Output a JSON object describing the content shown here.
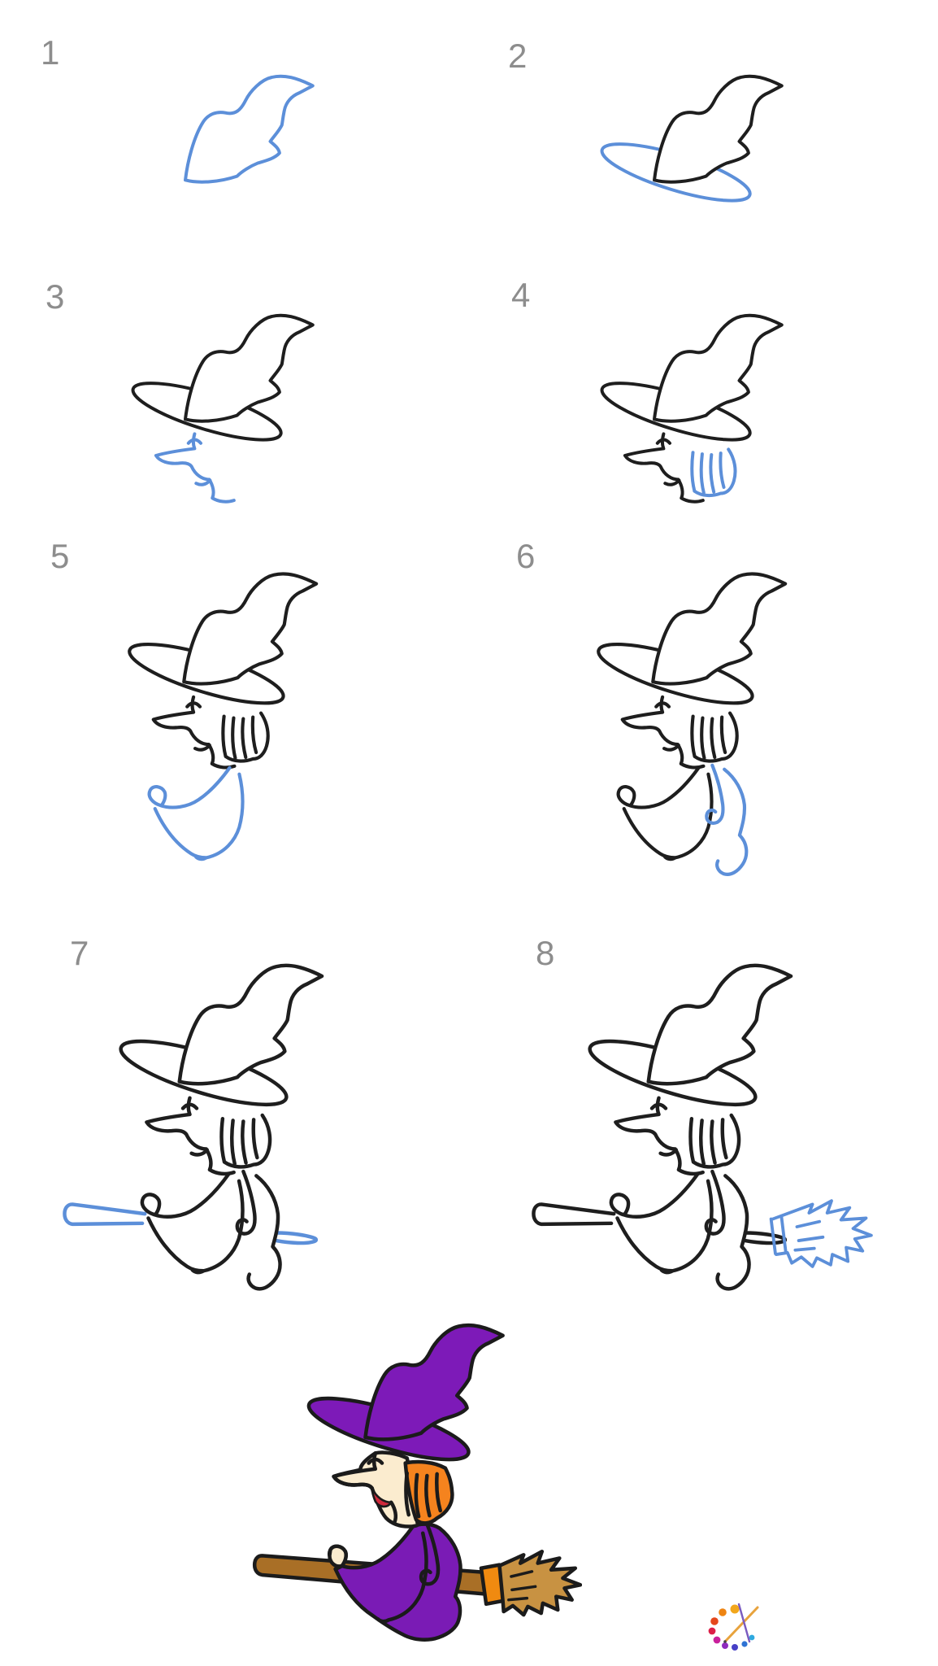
{
  "colors": {
    "background": "#ffffff",
    "new_stroke": "#5c8fd9",
    "base_stroke": "#1e1e1e",
    "step_number": "#8d8d8d"
  },
  "steps": [
    {
      "number": "1",
      "parts": {
        "hat_crown": "new"
      }
    },
    {
      "number": "2",
      "parts": {
        "hat_brim": "new",
        "hat_crown": "base"
      }
    },
    {
      "number": "3",
      "parts": {
        "hat_brim": "base",
        "hat_crown": "base",
        "face": "new"
      }
    },
    {
      "number": "4",
      "parts": {
        "hat_brim": "base",
        "hat_crown": "base",
        "face": "base",
        "hair": "new"
      }
    },
    {
      "number": "5",
      "parts": {
        "hat_brim": "base",
        "hat_crown": "base",
        "face": "base",
        "hair": "base",
        "body_front": "new"
      }
    },
    {
      "number": "6",
      "parts": {
        "hat_brim": "base",
        "hat_crown": "base",
        "face": "base",
        "hair": "base",
        "body_front": "base",
        "arm_back": "new"
      }
    },
    {
      "number": "7",
      "parts": {
        "hat_brim": "base",
        "hat_crown": "base",
        "face": "base",
        "hair": "base",
        "broom_handle": "new",
        "body_front": "base",
        "arm_back": "base"
      }
    },
    {
      "number": "8",
      "parts": {
        "hat_brim": "base",
        "hat_crown": "base",
        "face": "base",
        "hair": "base",
        "broom_handle": "base",
        "body_front": "base",
        "arm_back": "base",
        "broom_bristles": "new"
      }
    }
  ],
  "final_illustration": {
    "subject": "witch-on-broomstick-colored",
    "palette": {
      "hat": "#7d1ab8",
      "dress": "#7a1bb5",
      "skin": "#fbeccf",
      "hair": "#f5831e",
      "mouth": "#d0293b",
      "handle": "#a96f26",
      "bristles": "#c89242",
      "band": "#f08a10",
      "outline": "#1b1b1b"
    }
  },
  "logo": {
    "dot_colors": [
      "#f2a71b",
      "#ee8412",
      "#e5471c",
      "#dc1f48",
      "#c9209c",
      "#8f2bbe",
      "#4740c6",
      "#2e72d4",
      "#2fa9df"
    ],
    "pencil_color": "#e8a33d",
    "brush_color": "#7a5bbf",
    "tip_color": "#444444"
  }
}
